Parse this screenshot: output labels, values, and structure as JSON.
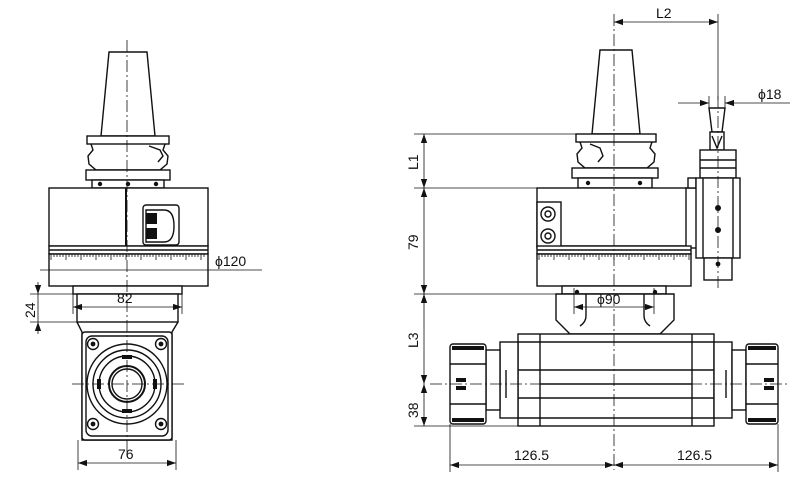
{
  "drawing": {
    "dimensions": {
      "dia_120": "ϕ120",
      "width_82": "82",
      "height_24": "24",
      "width_76": "76",
      "l2": "L2",
      "dia_18": "ϕ18",
      "l1": "L1",
      "height_79": "79",
      "dia_90": "ϕ90",
      "l3": "L3",
      "height_38": "38",
      "half_length_left": "126.5",
      "half_length_right": "126.5"
    }
  }
}
